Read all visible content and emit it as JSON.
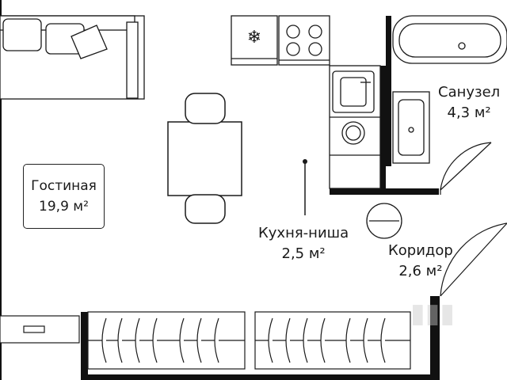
{
  "rooms": {
    "living": {
      "name": "Гостиная",
      "area": "19,9 м²"
    },
    "kitchen": {
      "name": "Кухня-ниша",
      "area": "2,5 м²"
    },
    "bathroom": {
      "name": "Санузел",
      "area": "4,3 м²"
    },
    "corridor": {
      "name": "Коридор",
      "area": "2,6 м²"
    }
  },
  "colors": {
    "wall": "#111111",
    "line": "#1a1a1a",
    "fill": "#ffffff",
    "window": "#ffffff"
  }
}
